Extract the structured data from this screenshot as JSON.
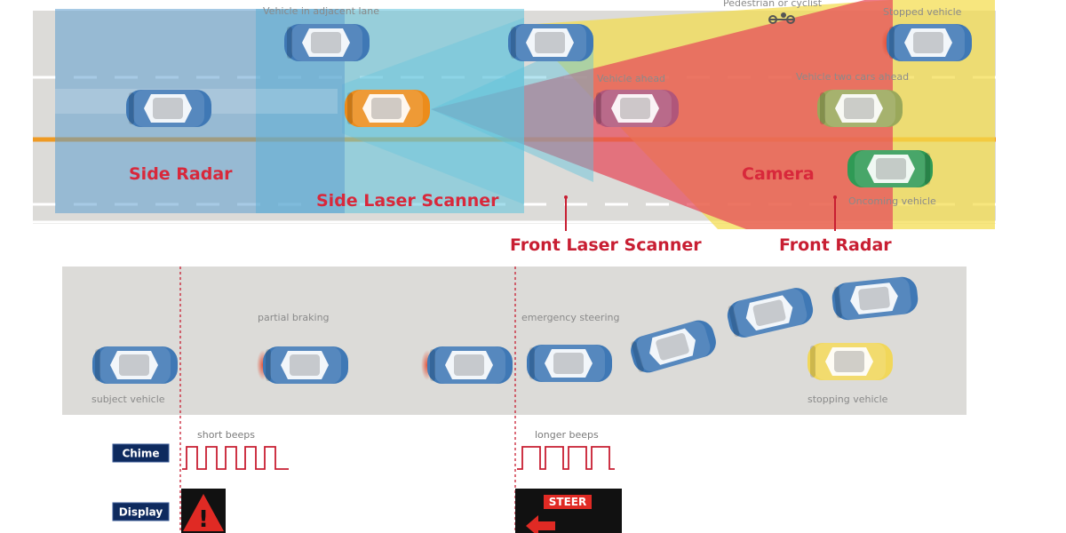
{
  "colors": {
    "road": "#dcdbd8",
    "side_radar": "#5f9fcf",
    "side_laser": "#5ec3dd",
    "camera": "#e6495a",
    "front_radar": "#f4dc4c",
    "car_blue": "#3f78b5",
    "car_orange": "#ec8c1b",
    "car_pink": "#b0567a",
    "car_olive": "#9aa85a",
    "car_green": "#2f9a55",
    "car_yellow": "#f1d75a",
    "label_red": "#d8283b",
    "badge_navy": "#0e2a5e"
  },
  "top_panel": {
    "vehicle_labels": {
      "adjacent_lane": "Vehicle in adjacent lane",
      "pedestrian": "Pedestrian or cyclist",
      "stopped": "Stopped vehicle",
      "ahead": "Vehicle ahead",
      "two_ahead": "Vehicle two cars ahead",
      "oncoming": "Oncoming vehicle"
    },
    "sensor_labels": {
      "side_radar": "Side Radar",
      "side_laser": "Side Laser Scanner",
      "front_laser": "Front Laser Scanner",
      "camera": "Camera",
      "front_radar": "Front Radar"
    }
  },
  "bottom_panel": {
    "labels": {
      "subject": "subject vehicle",
      "partial_braking": "partial braking",
      "emergency_steering": "emergency steering",
      "stopping": "stopping vehicle"
    },
    "chime": {
      "badge": "Chime",
      "short": "short beeps",
      "long": "longer beeps"
    },
    "display": {
      "badge": "Display",
      "warning_glyph": "!",
      "steer": "STEER"
    },
    "icons": {
      "warning": "warning-triangle-icon",
      "steer_arrow": "left-arrow-icon"
    }
  }
}
